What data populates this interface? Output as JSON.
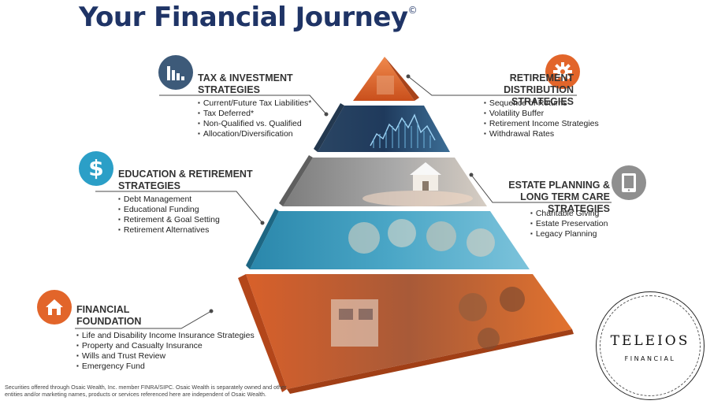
{
  "title": "Your Financial Journey",
  "title_mark": "©",
  "sections": {
    "tax": {
      "heading_line1": "TAX & INVESTMENT",
      "heading_line2": "STRATEGIES",
      "items": [
        "Current/Future Tax Liabilities*",
        "Tax Deferred*",
        "Non-Qualified vs. Qualified",
        "Allocation/Diversification"
      ]
    },
    "retirement_distribution": {
      "heading_line1": "RETIREMENT",
      "heading_line2": "DISTRIBUTION STRATEGIES",
      "items": [
        "Sequence of Returns",
        "Volatility Buffer",
        "Retirement Income Strategies",
        "Withdrawal Rates"
      ]
    },
    "education": {
      "heading_line1": "EDUCATION & RETIREMENT",
      "heading_line2": "STRATEGIES",
      "items": [
        "Debt Management",
        "Educational Funding",
        "Retirement & Goal Setting",
        "Retirement Alternatives"
      ]
    },
    "estate": {
      "heading_line1": "ESTATE PLANNING &",
      "heading_line2": "LONG TERM CARE STRATEGIES",
      "items": [
        "Charitable Giving",
        "Estate Preservation",
        "Legacy Planning"
      ]
    },
    "foundation": {
      "heading_line1": "FINANCIAL",
      "heading_line2": "FOUNDATION",
      "items": [
        "Life and Disability Income Insurance Strategies",
        "Property and Casualty Insurance",
        "Wills and Trust Review",
        "Emergency Fund"
      ]
    }
  },
  "icons": {
    "tax": "bar-chart-icon",
    "retirement_distribution": "gear-icon",
    "education": "dollar-icon",
    "estate": "tablet-icon",
    "foundation": "home-icon"
  },
  "colors": {
    "navy": "#1f3466",
    "orange": "#e2652a",
    "blue": "#2b8fb3",
    "gray": "#8a8a8a",
    "dark_slate": "#2f4e6b"
  },
  "disclaimer": "Securities offered through Osaic Wealth, Inc. member FINRA/SIPC. Osaic Wealth is separately owned and other entities and/or marketing names, products or services referenced here are independent of Osaic Wealth.",
  "logo": {
    "name": "TELEIOS",
    "sub": "FINANCIAL"
  }
}
